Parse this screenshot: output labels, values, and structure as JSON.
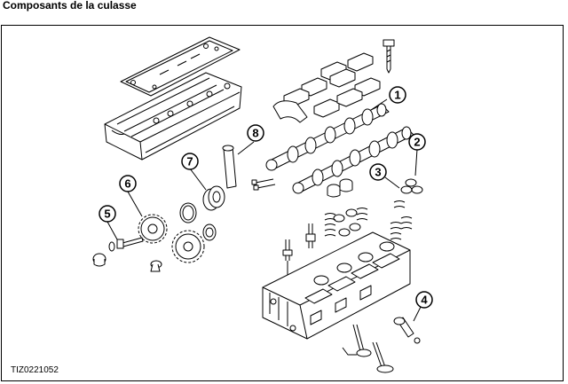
{
  "title": "Composants de la culasse",
  "figure_code": "TIZ0221052",
  "callouts": [
    {
      "label": "1",
      "part": "camshaft"
    },
    {
      "label": "2",
      "part": "valve-stem-seal"
    },
    {
      "label": "3",
      "part": "tappet"
    },
    {
      "label": "4",
      "part": "bolt"
    },
    {
      "label": "5",
      "part": "bolt-and-washer"
    },
    {
      "label": "6",
      "part": "camshaft-sprocket"
    },
    {
      "label": "7",
      "part": "seal"
    },
    {
      "label": "8",
      "part": "sleeve"
    }
  ]
}
